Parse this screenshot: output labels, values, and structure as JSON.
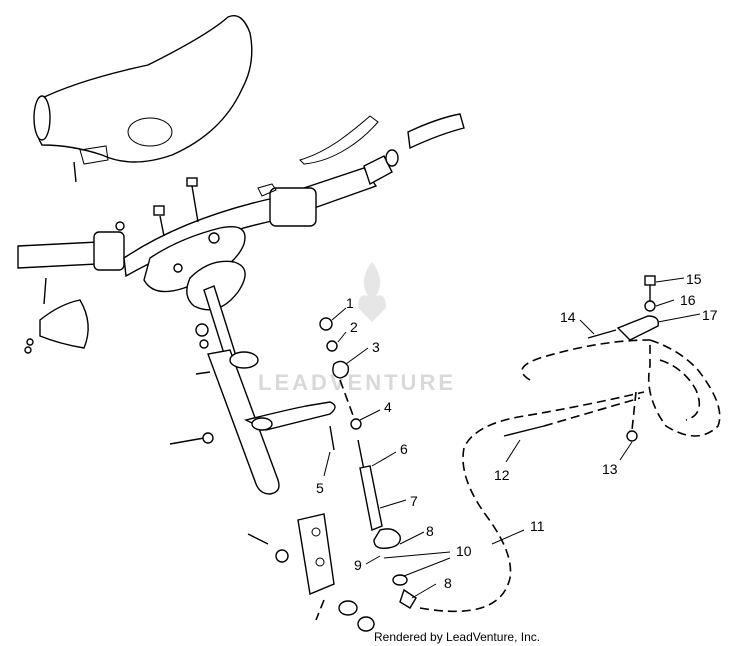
{
  "watermark": "LEADVENTURE",
  "credit": "Rendered by LeadVenture, Inc.",
  "callouts": {
    "c1": "1",
    "c2": "2",
    "c3": "3",
    "c4": "4",
    "c5": "5",
    "c6": "6",
    "c7": "7",
    "c8a": "8",
    "c8b": "8",
    "c9": "9",
    "c10": "10",
    "c11": "11",
    "c12": "12",
    "c13": "13",
    "c14": "14",
    "c15": "15",
    "c16": "16",
    "c17": "17"
  }
}
